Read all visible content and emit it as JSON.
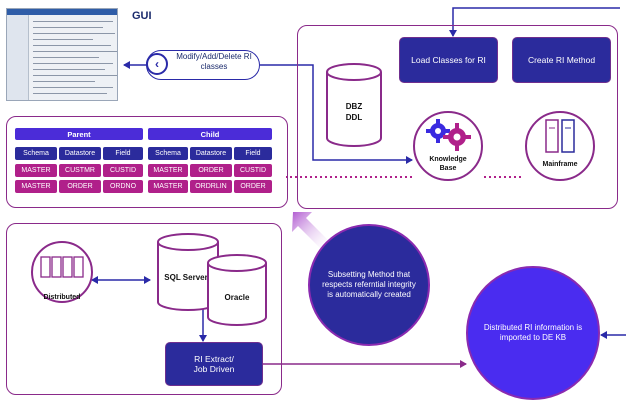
{
  "gui": {
    "label": "GUI"
  },
  "action": {
    "text": "Modify/Add/Delete RI classes",
    "icon": "chevron-left-icon"
  },
  "top_panel": {
    "load_classes": "Load Classes for RI",
    "create_method": "Create RI Method",
    "dbz_line1": "DBZ",
    "dbz_line2": "DDL",
    "knowledge_line1": "Knowledge",
    "knowledge_line2": "Base",
    "mainframe": "Mainframe"
  },
  "ri_table": {
    "parent": {
      "title": "Parent",
      "headers": [
        "Schema",
        "Datastore",
        "Field"
      ],
      "rows": [
        [
          "MASTER",
          "CUSTMR",
          "CUSTID"
        ],
        [
          "MASTER",
          "ORDER",
          "ORDNO"
        ]
      ]
    },
    "child": {
      "title": "Child",
      "headers": [
        "Schema",
        "Datastore",
        "Field"
      ],
      "rows": [
        [
          "MASTER",
          "ORDER",
          "CUSTID"
        ],
        [
          "MASTER",
          "ORDRLIN",
          "ORDER"
        ]
      ]
    }
  },
  "bottom_panel": {
    "distributed": "Distributed",
    "sql_server": "SQL Server",
    "oracle": "Oracle",
    "extract_line1": "RI Extract/",
    "extract_line2": "Job Driven"
  },
  "subset_circle": {
    "text": "Subsetting Method that respects referntial integrity is automatically created"
  },
  "dist_circle": {
    "text": "Distributed RI information is imported to DE KB"
  },
  "colors": {
    "navy": "#2b2b9c",
    "magenta": "#b0208a",
    "purple_border": "#8a2a8a",
    "violet": "#4a2cf0"
  }
}
